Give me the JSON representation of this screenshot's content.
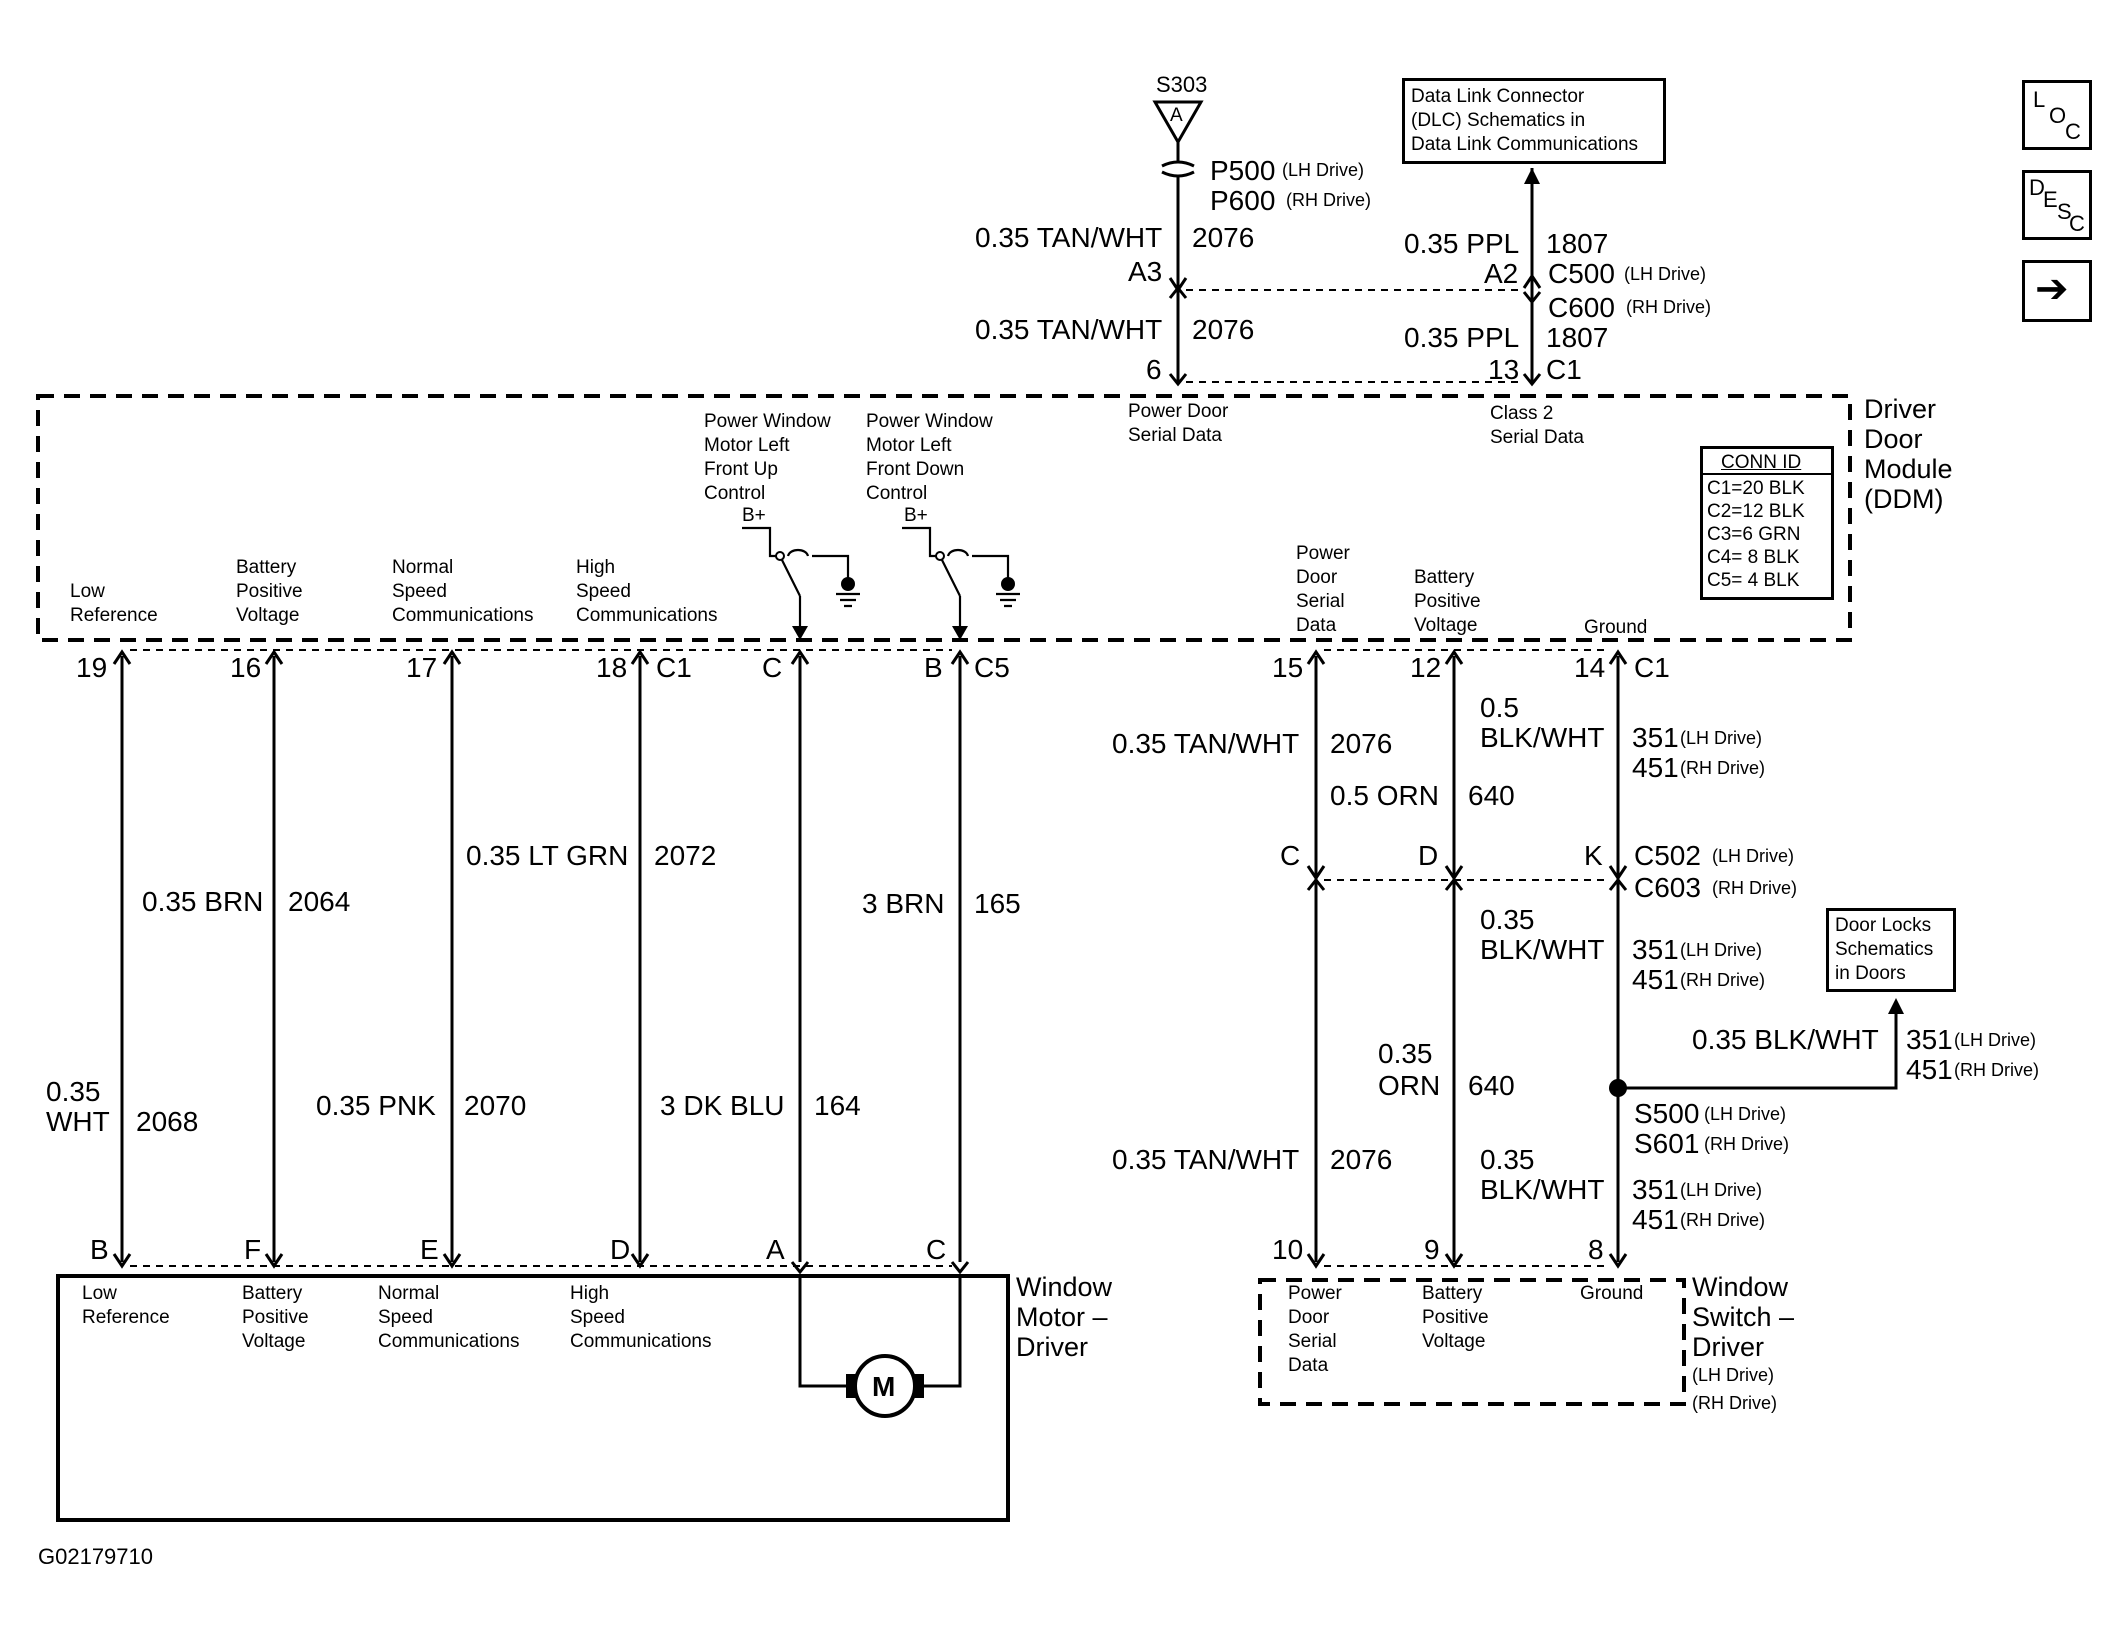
{
  "splice_top": {
    "id": "S303",
    "pin": "A"
  },
  "connector_top": {
    "p500": "P500",
    "p500_drive": "(LH Drive)",
    "p600": "P600",
    "p600_drive": "(RH Drive)"
  },
  "wire_2076_top": {
    "gauge_color": "0.35 TAN/WHT",
    "circuit": "2076",
    "pin": "A3"
  },
  "wire_2076_mid": {
    "gauge_color": "0.35 TAN/WHT",
    "circuit": "2076",
    "pin": "6"
  },
  "wire_1807_top": {
    "gauge_color": "0.35 PPL",
    "circuit": "1807",
    "pin": "A2",
    "c500": "C500",
    "c500_drive": "(LH Drive)",
    "c600": "C600",
    "c600_drive": "(RH Drive)"
  },
  "wire_1807_mid": {
    "gauge_color": "0.35 PPL",
    "circuit": "1807",
    "pin": "13",
    "conn": "C1"
  },
  "dlc_box": {
    "line1": "Data Link Connector",
    "line2": "(DLC) Schematics in",
    "line3": "Data Link Communications"
  },
  "icons": {
    "loc": [
      "L",
      "O",
      "C"
    ],
    "desc": [
      "D",
      "E",
      "S",
      "C"
    ],
    "arrow": "➔"
  },
  "ddm": {
    "title_lines": [
      "Driver",
      "Door",
      "Module",
      "(DDM)"
    ],
    "power_door_serial": [
      "Power Door",
      "Serial Data"
    ],
    "class2_serial": [
      "Class 2",
      "Serial Data"
    ],
    "up_control": [
      "Power Window",
      "Motor Left",
      "Front Up",
      "Control"
    ],
    "down_control": [
      "Power Window",
      "Motor Left",
      "Front Down",
      "Control"
    ],
    "bplus": "B+",
    "conn_id_title": "CONN ID",
    "conn_id": [
      "C1=20 BLK",
      "C2=12 BLK",
      "C3=6 GRN",
      "C4= 8 BLK",
      "C5= 4 BLK"
    ],
    "labels": {
      "low_ref": [
        "Low",
        "Reference"
      ],
      "batt": [
        "Battery",
        "Positive",
        "Voltage"
      ],
      "normal": [
        "Normal",
        "Speed",
        "Communications"
      ],
      "high": [
        "High",
        "Speed",
        "Communications"
      ],
      "pds": [
        "Power",
        "Door",
        "Serial",
        "Data"
      ],
      "batt_r": [
        "Battery",
        "Positive",
        "Voltage"
      ],
      "ground": "Ground"
    }
  },
  "left_wires": {
    "pins_top": [
      "19",
      "16",
      "17",
      "18",
      "C1",
      "C",
      "B",
      "C5"
    ],
    "w2068": {
      "gauge": "0.35",
      "color": "WHT",
      "circuit": "2068"
    },
    "w2064": {
      "gauge_color": "0.35 BRN",
      "circuit": "2064"
    },
    "w2072": {
      "gauge_color": "0.35 LT GRN",
      "circuit": "2072"
    },
    "w2070": {
      "gauge_color": "0.35 PNK",
      "circuit": "2070"
    },
    "w164": {
      "gauge_color": "3 DK BLU",
      "circuit": "164"
    },
    "w165": {
      "gauge_color": "3 BRN",
      "circuit": "165"
    },
    "pins_bottom": [
      "B",
      "F",
      "E",
      "D",
      "A",
      "C"
    ]
  },
  "motor": {
    "title_lines": [
      "Window",
      "Motor –",
      "Driver"
    ],
    "symbol": "M",
    "labels": {
      "low_ref": [
        "Low",
        "Reference"
      ],
      "batt": [
        "Battery",
        "Positive",
        "Voltage"
      ],
      "normal": [
        "Normal",
        "Speed",
        "Communications"
      ],
      "high": [
        "High",
        "Speed",
        "Communications"
      ]
    }
  },
  "right_wires": {
    "pins_top": [
      "15",
      "12",
      "14",
      "C1"
    ],
    "w2076a": {
      "gauge_color": "0.35 TAN/WHT",
      "circuit": "2076"
    },
    "w640a": {
      "gauge_color": "0.5 ORN",
      "circuit": "640"
    },
    "w351a": {
      "gauge": "0.5",
      "color": "BLK/WHT",
      "c351": "351",
      "c351_drive": "(LH Drive)",
      "c451": "451",
      "c451_drive": "(RH Drive)"
    },
    "mid_pins": [
      "C",
      "D",
      "K"
    ],
    "c502": "C502",
    "c502_drive": "(LH Drive)",
    "c603": "C603",
    "c603_drive": "(RH Drive)",
    "w351b": {
      "gauge": "0.35",
      "color": "BLK/WHT",
      "c351": "351",
      "c351_drive": "(LH Drive)",
      "c451": "451",
      "c451_drive": "(RH Drive)"
    },
    "w640b": {
      "gauge": "0.35",
      "color": "ORN",
      "circuit": "640"
    },
    "w2076b": {
      "gauge_color": "0.35 TAN/WHT",
      "circuit": "2076"
    },
    "splice": {
      "s500": "S500",
      "s500_drive": "(LH Drive)",
      "s601": "S601",
      "s601_drive": "(RH Drive)"
    },
    "w351c": {
      "gauge": "0.35",
      "color": "BLK/WHT",
      "c351": "351",
      "c351_drive": "(LH Drive)",
      "c451": "451",
      "c451_drive": "(RH Drive)"
    },
    "branch": {
      "gauge_color": "0.35 BLK/WHT",
      "c351": "351",
      "c351_drive": "(LH Drive)",
      "c451": "451",
      "c451_drive": "(RH Drive)"
    },
    "door_locks": [
      "Door Locks",
      "Schematics",
      "in Doors"
    ],
    "pins_bottom": [
      "10",
      "9",
      "8"
    ]
  },
  "switch": {
    "title_lines": [
      "Window",
      "Switch –",
      "Driver"
    ],
    "drive_lines": [
      "(LH Drive)",
      "(RH Drive)"
    ],
    "labels": {
      "pds": [
        "Power",
        "Door",
        "Serial",
        "Data"
      ],
      "batt": [
        "Battery",
        "Positive",
        "Voltage"
      ],
      "ground": "Ground"
    }
  },
  "figure_id": "G02179710"
}
